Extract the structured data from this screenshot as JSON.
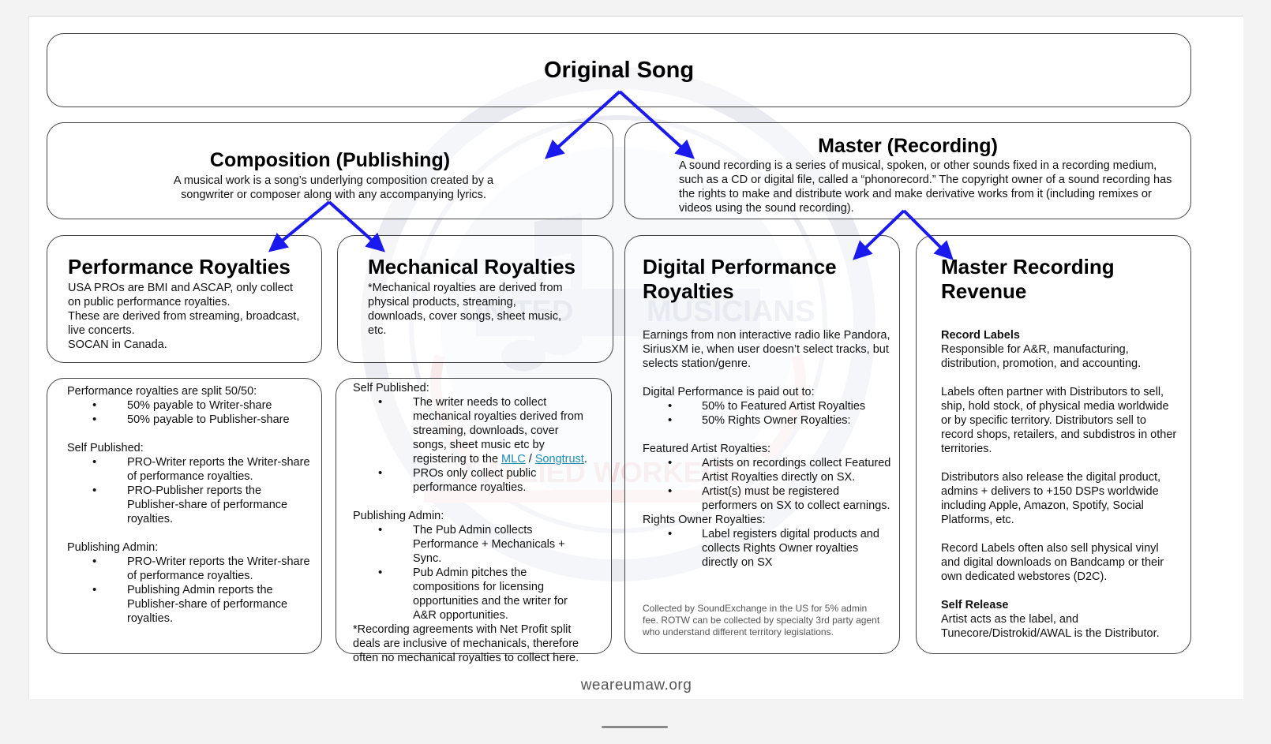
{
  "original_song": {
    "title": "Original Song"
  },
  "composition": {
    "title": "Composition (Publishing)",
    "description": "A musical work is a song’s underlying composition created by a songwriter or composer along with any accompanying lyrics."
  },
  "master": {
    "title": "Master (Recording)",
    "description": "A sound recording is a series of musical, spoken, or other sounds fixed in a recording medium, such as a CD or digital file, called a “phonorecord.” The copyright owner of a sound recording has the rights to make and distribute work and make derivative works from it (including remixes or videos using the sound recording)."
  },
  "performance": {
    "title": "Performance Royalties",
    "lines": [
      "USA PROs are BMI and ASCAP, only collect on public performance royalties.",
      "These are derived from streaming, broadcast, live concerts.",
      "SOCAN in Canada."
    ],
    "split_intro": "Performance royalties are split 50/50:",
    "split_bullets": [
      "50% payable to Writer-share",
      "50% payable to Publisher-share"
    ],
    "self_published_heading": "Self Published:",
    "self_published_bullets": [
      "PRO-Writer reports the Writer-share of performance royalties.",
      "PRO-Publisher reports the Publisher-share of performance royalties."
    ],
    "admin_heading": "Publishing Admin:",
    "admin_bullets": [
      "PRO-Writer reports the Writer-share of performance royalties.",
      "Publishing Admin reports the Publisher-share of performance royalties."
    ]
  },
  "mechanical": {
    "title": "Mechanical Royalties",
    "description": "*Mechanical royalties are derived from physical products, streaming, downloads, cover songs, sheet music, etc.",
    "self_published_heading": "Self Published:",
    "self_bullet_1_text": "The writer needs to collect mechanical royalties derived from streaming, downloads, cover songs, sheet music etc by registering to the ",
    "link_mlc": "MLC",
    "link_separator": " / ",
    "link_songtrust": "Songtrust",
    "link_end": ".",
    "self_bullet_2": "PROs only collect public performance royalties.",
    "admin_heading": "Publishing Admin:",
    "admin_bullets": [
      "The Pub Admin collects Performance + Mechanicals + Sync.",
      "Pub Admin pitches the compositions for licensing opportunities and the writer for A&R opportunities."
    ],
    "note": "*Recording agreements with Net Profit split deals are inclusive of mechanicals, therefore often no mechanical royalties to collect here."
  },
  "digital": {
    "title": "Digital Performance Royalties",
    "intro": "Earnings from non interactive radio like Pandora, SiriusXM ie, when user doesn’t select tracks, but selects station/genre.",
    "paid_heading": "Digital Performance is paid out to:",
    "paid_bullets": [
      "50% to Featured Artist Royalties",
      "50% Rights Owner Royalties:"
    ],
    "featured_heading": "Featured Artist Royalties:",
    "featured_bullets": [
      "Artists on recordings collect Featured Artist Royalties directly on SX.",
      "Artist(s) must be registered performers on SX to collect earnings."
    ],
    "rights_heading": "Rights Owner Royalties:",
    "rights_bullets": [
      "Label registers digital products and collects Rights Owner royalties directly on SX"
    ],
    "footnote": "Collected by SoundExchange in the US for 5% admin fee. ROTW can be collected by specialty 3rd party agent who understand different territory legislations."
  },
  "master_revenue": {
    "title": "Master Recording Revenue",
    "labels_heading": "Record Labels",
    "labels_text": "Responsible for A&R, manufacturing, distribution, promotion, and accounting.",
    "para_2": "Labels often partner with Distributors to sell, ship, hold stock, of physical media worldwide or by specific territory. Distributors sell to record shops, retailers, and subdistros in other territories.",
    "para_3": "Distributors also release the digital product, admins + delivers to +150 DSPs worldwide including Apple, Amazon, Spotify, Social Platforms, etc.",
    "para_4": "Record Labels often also sell physical vinyl and digital downloads on Bandcamp or their own dedicated webstores (D2C).",
    "self_release_heading": "Self Release",
    "self_release_text": "Artist acts as the label, and Tunecore/Distrokid/AWAL is the Distributor."
  },
  "watermark": {
    "left_text": "UNITED",
    "right_text": "MUSICIANS",
    "bottom_text": "& ALLIED WORKERS"
  },
  "footer": {
    "url": "weareumaw.org"
  },
  "colors": {
    "arrow": "#1a1aee",
    "border": "#444444",
    "link": "#1f8cb5"
  }
}
